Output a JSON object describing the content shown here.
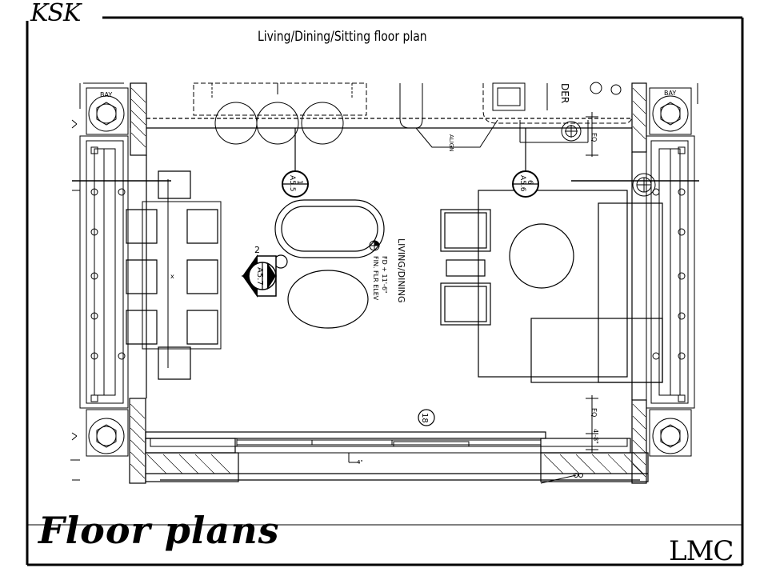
{
  "header": {
    "logo_left": "KSK",
    "subtitle": "Living/Dining/Sitting floor plan"
  },
  "footer": {
    "title": "Floor plans",
    "logo_right": "LMC"
  },
  "plan": {
    "label_bay_left": "BAY",
    "label_bay_right": "BAY",
    "label_align": "ALIGN",
    "label_der": "DER",
    "label_eq_top": "EQ",
    "label_eq_bottom": "EQ",
    "label_dim_bottom": "4'-8\"",
    "label_room": "LIVING/DINING",
    "label_elev_1": "FD + 11'-6\"",
    "label_elev_2": "FIN. FLR ELEV",
    "label_dim_threshold": "4\"",
    "label_x": "x",
    "room_number": "18",
    "callout_a55": {
      "num": "1",
      "sheet": "A5.5"
    },
    "callout_a56": {
      "num": "6",
      "sheet": "A5.6"
    },
    "callout_a57": {
      "num": "2",
      "sheet": "A5.7"
    }
  }
}
